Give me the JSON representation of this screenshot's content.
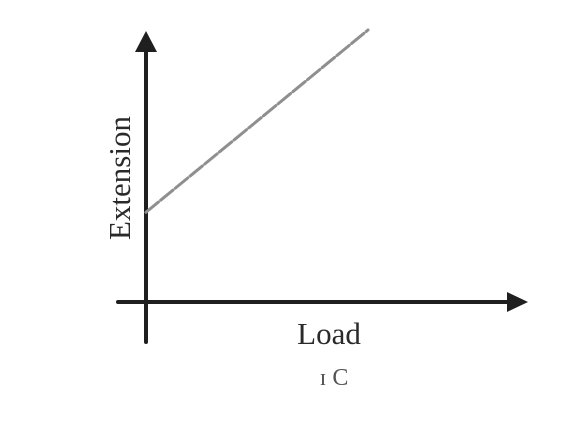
{
  "chart_data": {
    "type": "line",
    "title": "",
    "xlabel": "Load",
    "ylabel": "Extension",
    "xlim": [
      0,
      1
    ],
    "ylim": [
      0,
      1
    ],
    "series": [
      {
        "x": [
          0,
          0.6
        ],
        "y": [
          0.33,
          1.0
        ]
      }
    ],
    "grid": false,
    "legend": false,
    "axis_ticks": false
  },
  "colors": {
    "axis": "#1f1f1f",
    "line": "#8f8f8f",
    "text": "#2a2a2a"
  },
  "annotation_mark": "ɪ C"
}
